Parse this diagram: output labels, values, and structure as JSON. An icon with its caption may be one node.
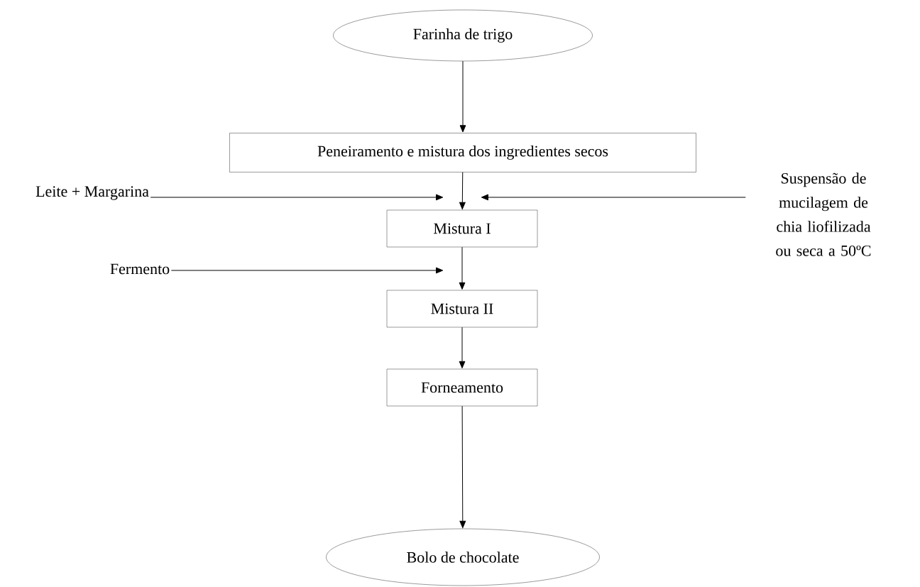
{
  "diagram": {
    "nodes": [
      {
        "text": [
          "Farinha de trigo"
        ]
      },
      {
        "text": [
          "Peneiramento e mistura dos ingredientes secos"
        ]
      },
      {
        "text": [
          "Leite + Margarina"
        ]
      },
      {
        "text": [
          "Suspensão de mucilagem de chia liofilizada ou seca a 50ºC"
        ]
      },
      {
        "text": [
          "Mistura I"
        ]
      },
      {
        "text": [
          "Fermento"
        ]
      },
      {
        "text": [
          "Mistura II"
        ]
      },
      {
        "text": [
          "Forneamento"
        ]
      },
      {
        "text": [
          "Bolo de chocolate"
        ]
      }
    ],
    "edges": [
      {
        "from": 0,
        "to": 1,
        "arrow": "to"
      },
      {
        "from": 1,
        "to": 4,
        "arrow": "to"
      },
      {
        "from": 2,
        "to": 4,
        "arrow": "to"
      },
      {
        "from": 3,
        "to": 4,
        "arrow": "to"
      },
      {
        "from": 5,
        "to": 6,
        "arrow": "to"
      },
      {
        "from": 4,
        "to": 6,
        "arrow": "to"
      },
      {
        "from": 6,
        "to": 7,
        "arrow": "to"
      },
      {
        "from": 7,
        "to": 8,
        "arrow": "to"
      }
    ]
  }
}
